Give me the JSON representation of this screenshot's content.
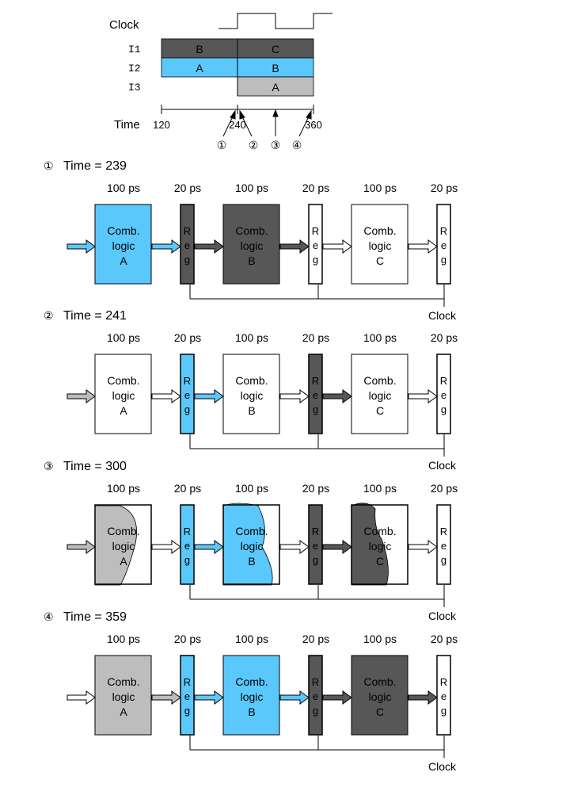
{
  "colors": {
    "blue": "#5bc8fb",
    "dark": "#575757",
    "gray": "#bdbdbd",
    "white": "#ffffff"
  },
  "timing": {
    "clock_label": "Clock",
    "rows": [
      {
        "label": "I1",
        "segments": [
          "B",
          "C"
        ],
        "colors": [
          "dark",
          "dark"
        ]
      },
      {
        "label": "I2",
        "segments": [
          "A",
          "B"
        ],
        "colors": [
          "blue",
          "blue"
        ]
      },
      {
        "label": "I3",
        "segments": [
          "",
          "A"
        ],
        "colors": [
          "none",
          "gray"
        ]
      }
    ],
    "time_label": "Time",
    "time_ticks": [
      "120",
      "240",
      "360"
    ],
    "markers": [
      "①",
      "②",
      "③",
      "④"
    ]
  },
  "delays": {
    "comb": "100 ps",
    "reg": "20 ps"
  },
  "clock_label": "Clock",
  "comb_text": {
    "line1": "Comb.",
    "line2": "logic"
  },
  "reg_letters": [
    "R",
    "e",
    "g"
  ],
  "stages": [
    {
      "marker": "①",
      "label": "Time = 239",
      "comb": [
        {
          "name": "A",
          "fill": "blue"
        },
        {
          "name": "B",
          "fill": "dark"
        },
        {
          "name": "C",
          "fill": "white"
        }
      ],
      "regs": [
        "dark",
        "white",
        "white"
      ],
      "arrows": [
        "blue",
        "blue",
        "dark",
        "dark",
        "white",
        "white"
      ]
    },
    {
      "marker": "②",
      "label": "Time = 241",
      "comb": [
        {
          "name": "A",
          "fill": "white"
        },
        {
          "name": "B",
          "fill": "white"
        },
        {
          "name": "C",
          "fill": "white"
        }
      ],
      "regs": [
        "blue",
        "dark",
        "white"
      ],
      "arrows": [
        "gray",
        "white",
        "blue",
        "white",
        "dark",
        "white"
      ]
    },
    {
      "marker": "③",
      "label": "Time = 300",
      "comb": [
        {
          "name": "A",
          "fill": "white",
          "partial": "gray"
        },
        {
          "name": "B",
          "fill": "white",
          "partial": "blue"
        },
        {
          "name": "C",
          "fill": "white",
          "partial": "dark"
        }
      ],
      "regs": [
        "blue",
        "dark",
        "white"
      ],
      "arrows": [
        "gray",
        "white",
        "blue",
        "white",
        "dark",
        "white"
      ]
    },
    {
      "marker": "④",
      "label": "Time = 359",
      "comb": [
        {
          "name": "A",
          "fill": "gray"
        },
        {
          "name": "B",
          "fill": "blue"
        },
        {
          "name": "C",
          "fill": "dark"
        }
      ],
      "regs": [
        "blue",
        "dark",
        "white"
      ],
      "arrows": [
        "white",
        "gray",
        "blue",
        "blue",
        "dark",
        "dark"
      ]
    }
  ]
}
